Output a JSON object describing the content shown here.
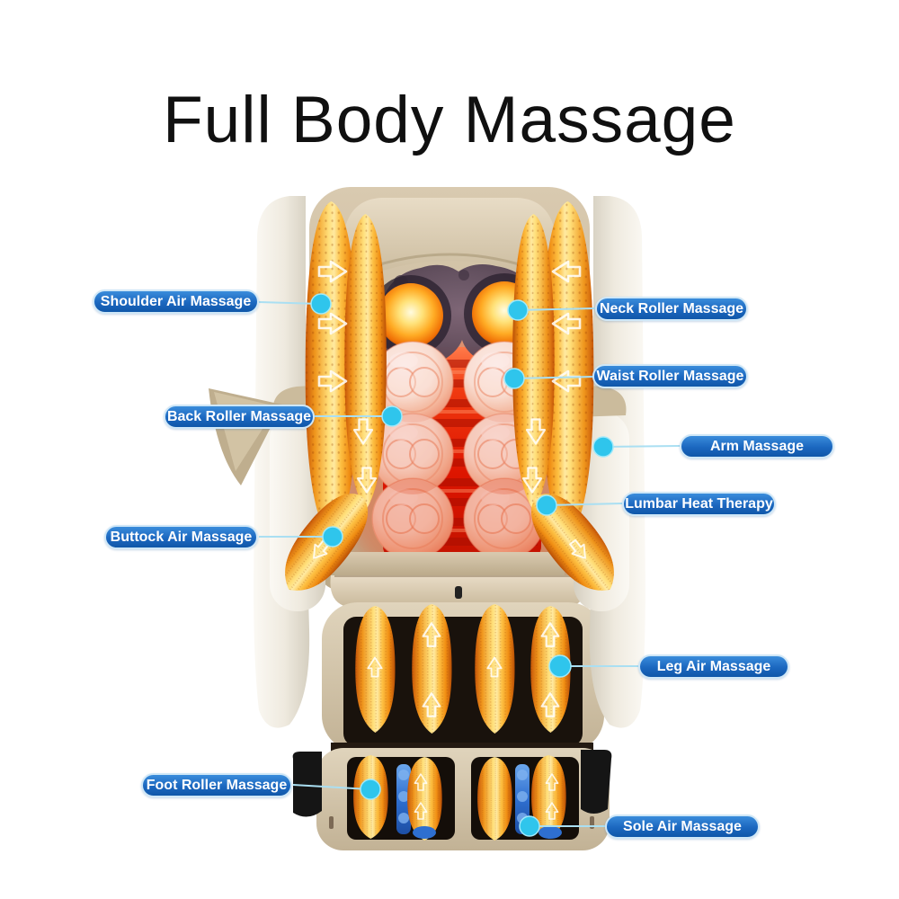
{
  "title": "Full Body Massage",
  "colors": {
    "label_pill_blue": "#1b67bf",
    "label_pill_border": "#cfe7f7",
    "callout_dot_cyan": "#2fc5ec",
    "leader_line_blue": "#aadff2",
    "heat_red": "#e11f00",
    "airbag_orange": "#f59d1f",
    "chair_tan": "#cdbc9e",
    "chair_white": "#efeae0",
    "foot_roller_blue": "#2f6fd0",
    "title_black": "#101010"
  },
  "labels": [
    {
      "text": "Shoulder Air Massage",
      "side": "left"
    },
    {
      "text": "Back Roller Massage",
      "side": "left"
    },
    {
      "text": "Buttock Air Massage",
      "side": "left"
    },
    {
      "text": "Foot Roller Massage",
      "side": "left"
    },
    {
      "text": "Neck Roller Massage",
      "side": "right"
    },
    {
      "text": "Waist Roller Massage",
      "side": "right"
    },
    {
      "text": "Arm Massage",
      "side": "right"
    },
    {
      "text": "Lumbar Heat Therapy",
      "side": "right"
    },
    {
      "text": "Leg Air Massage",
      "side": "right"
    },
    {
      "text": "Sole Air Massage",
      "side": "right"
    }
  ],
  "chair_parts": [
    "headrest",
    "shoulder-airbags",
    "neck-rollers",
    "back-rollers",
    "lumbar-heat-panel",
    "armrests",
    "buttock-airbags",
    "seat",
    "leg-airbags",
    "foot-rollers",
    "sole-airbags",
    "base-feet"
  ]
}
